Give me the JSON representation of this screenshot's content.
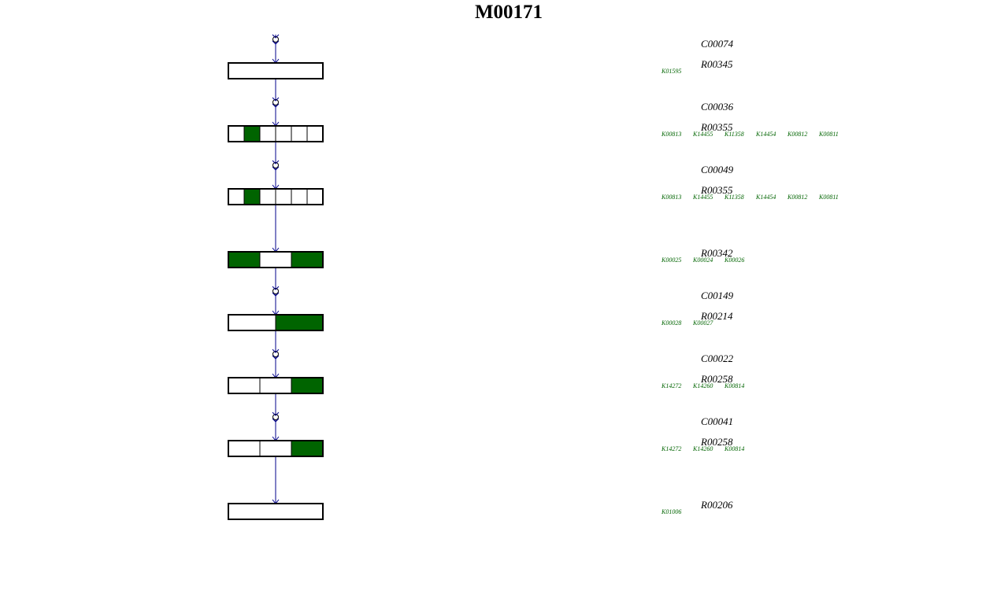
{
  "title": "M00171",
  "colors": {
    "present": "#006400",
    "absent": "#ffffff",
    "axis": "#00008b",
    "box_border": "#000000",
    "ko_text": "#006400"
  },
  "steps": [
    {
      "compound": "C00074",
      "reaction": "R00345",
      "kos": [
        "K01595"
      ],
      "boxes": [
        false
      ]
    },
    {
      "compound": "C00036",
      "reaction": "R00355",
      "kos": [
        "K00813",
        "K14455",
        "K11358",
        "K14454",
        "K00812",
        "K00811"
      ],
      "boxes": [
        false,
        true,
        false,
        false,
        false,
        false
      ]
    },
    {
      "compound": "C00049",
      "reaction": "R00355",
      "kos": [
        "K00813",
        "K14455",
        "K11358",
        "K14454",
        "K00812",
        "K00811"
      ],
      "boxes": [
        false,
        true,
        false,
        false,
        false,
        false
      ]
    },
    {
      "compound": "",
      "reaction": "R00342",
      "kos": [
        "K00025",
        "K00024",
        "K00026"
      ],
      "boxes": [
        true,
        false,
        true
      ]
    },
    {
      "compound": "C00149",
      "reaction": "R00214",
      "kos": [
        "K00028",
        "K00027"
      ],
      "boxes": [
        false,
        true
      ]
    },
    {
      "compound": "C00022",
      "reaction": "R00258",
      "kos": [
        "K14272",
        "K14260",
        "K00814"
      ],
      "boxes": [
        false,
        false,
        true
      ]
    },
    {
      "compound": "C00041",
      "reaction": "R00258",
      "kos": [
        "K14272",
        "K14260",
        "K00814"
      ],
      "boxes": [
        false,
        false,
        true
      ]
    },
    {
      "compound": "",
      "reaction": "R00206",
      "kos": [
        "K01006"
      ],
      "boxes": [
        false
      ]
    }
  ]
}
